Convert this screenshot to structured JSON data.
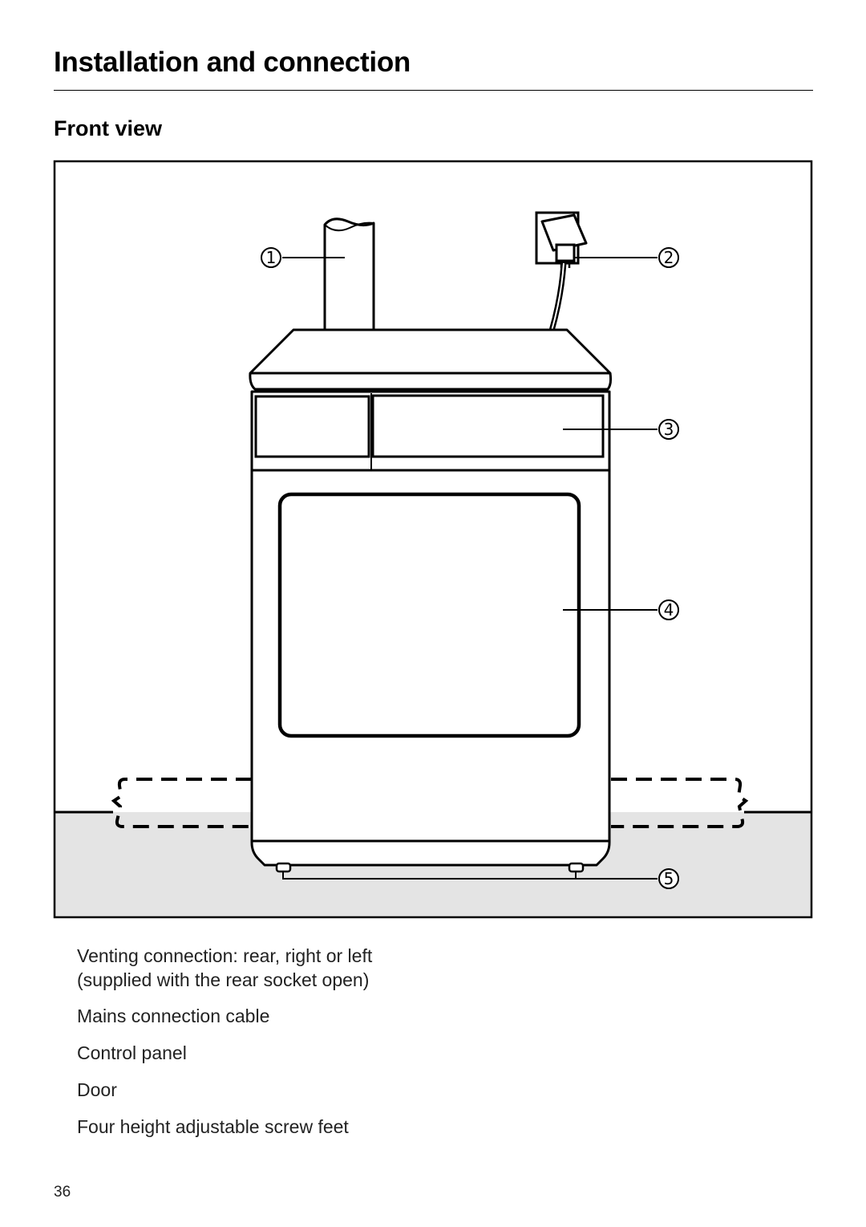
{
  "header": {
    "section_title": "Installation and connection",
    "subsection_title": "Front view"
  },
  "figure": {
    "callouts": [
      {
        "number": "1",
        "label": "Venting connection: rear, right or left",
        "sublabel": "(supplied with the rear socket open)"
      },
      {
        "number": "2",
        "label": "Mains connection cable"
      },
      {
        "number": "3",
        "label": "Control panel"
      },
      {
        "number": "4",
        "label": "Door"
      },
      {
        "number": "5",
        "label": "Four height adjustable screw feet"
      }
    ]
  },
  "page_number": "36"
}
